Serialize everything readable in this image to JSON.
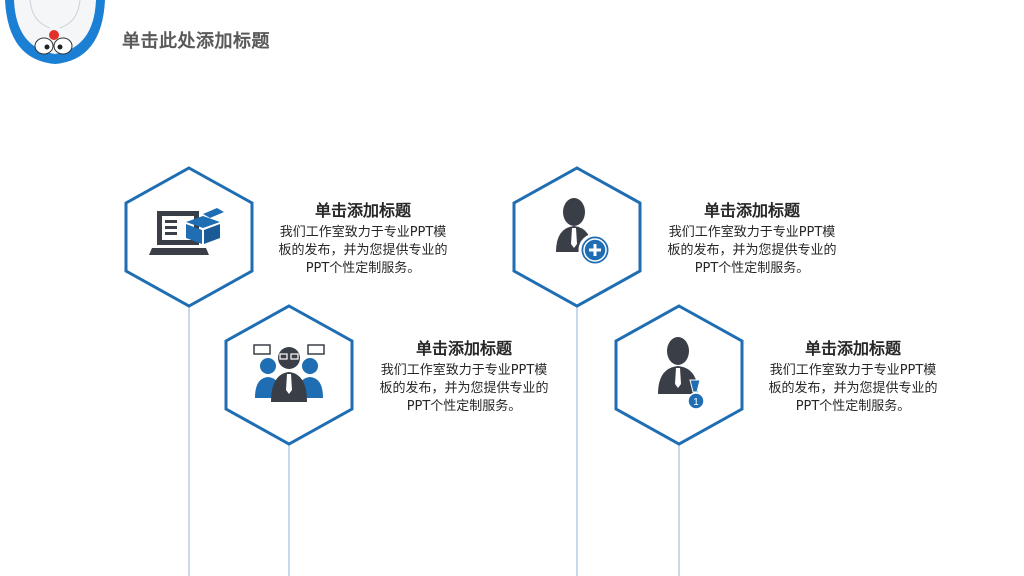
{
  "header": {
    "title": "单击此处添加标题"
  },
  "items": [
    {
      "title": "单击添加标题",
      "lines": [
        "我们工作室致力于专业PPT模",
        "板的发布，并为您提供专业的",
        "PPT个性定制服务。"
      ],
      "icon": "computer-package-icon"
    },
    {
      "title": "单击添加标题",
      "lines": [
        "我们工作室致力于专业PPT模",
        "板的发布，并为您提供专业的",
        "PPT个性定制服务。"
      ],
      "icon": "team-discussion-icon"
    },
    {
      "title": "单击添加标题",
      "lines": [
        "我们工作室致力于专业PPT模",
        "板的发布，并为您提供专业的",
        "PPT个性定制服务。"
      ],
      "icon": "add-user-icon"
    },
    {
      "title": "单击添加标题",
      "lines": [
        "我们工作室致力于专业PPT模",
        "板的发布，并为您提供专业的",
        "PPT个性定制服务。"
      ],
      "icon": "user-medal-icon"
    }
  ],
  "colors": {
    "accent": "#1f6db3",
    "icon_dark": "#3a3f47",
    "line": "#8fb4d8",
    "title": "#595959"
  }
}
